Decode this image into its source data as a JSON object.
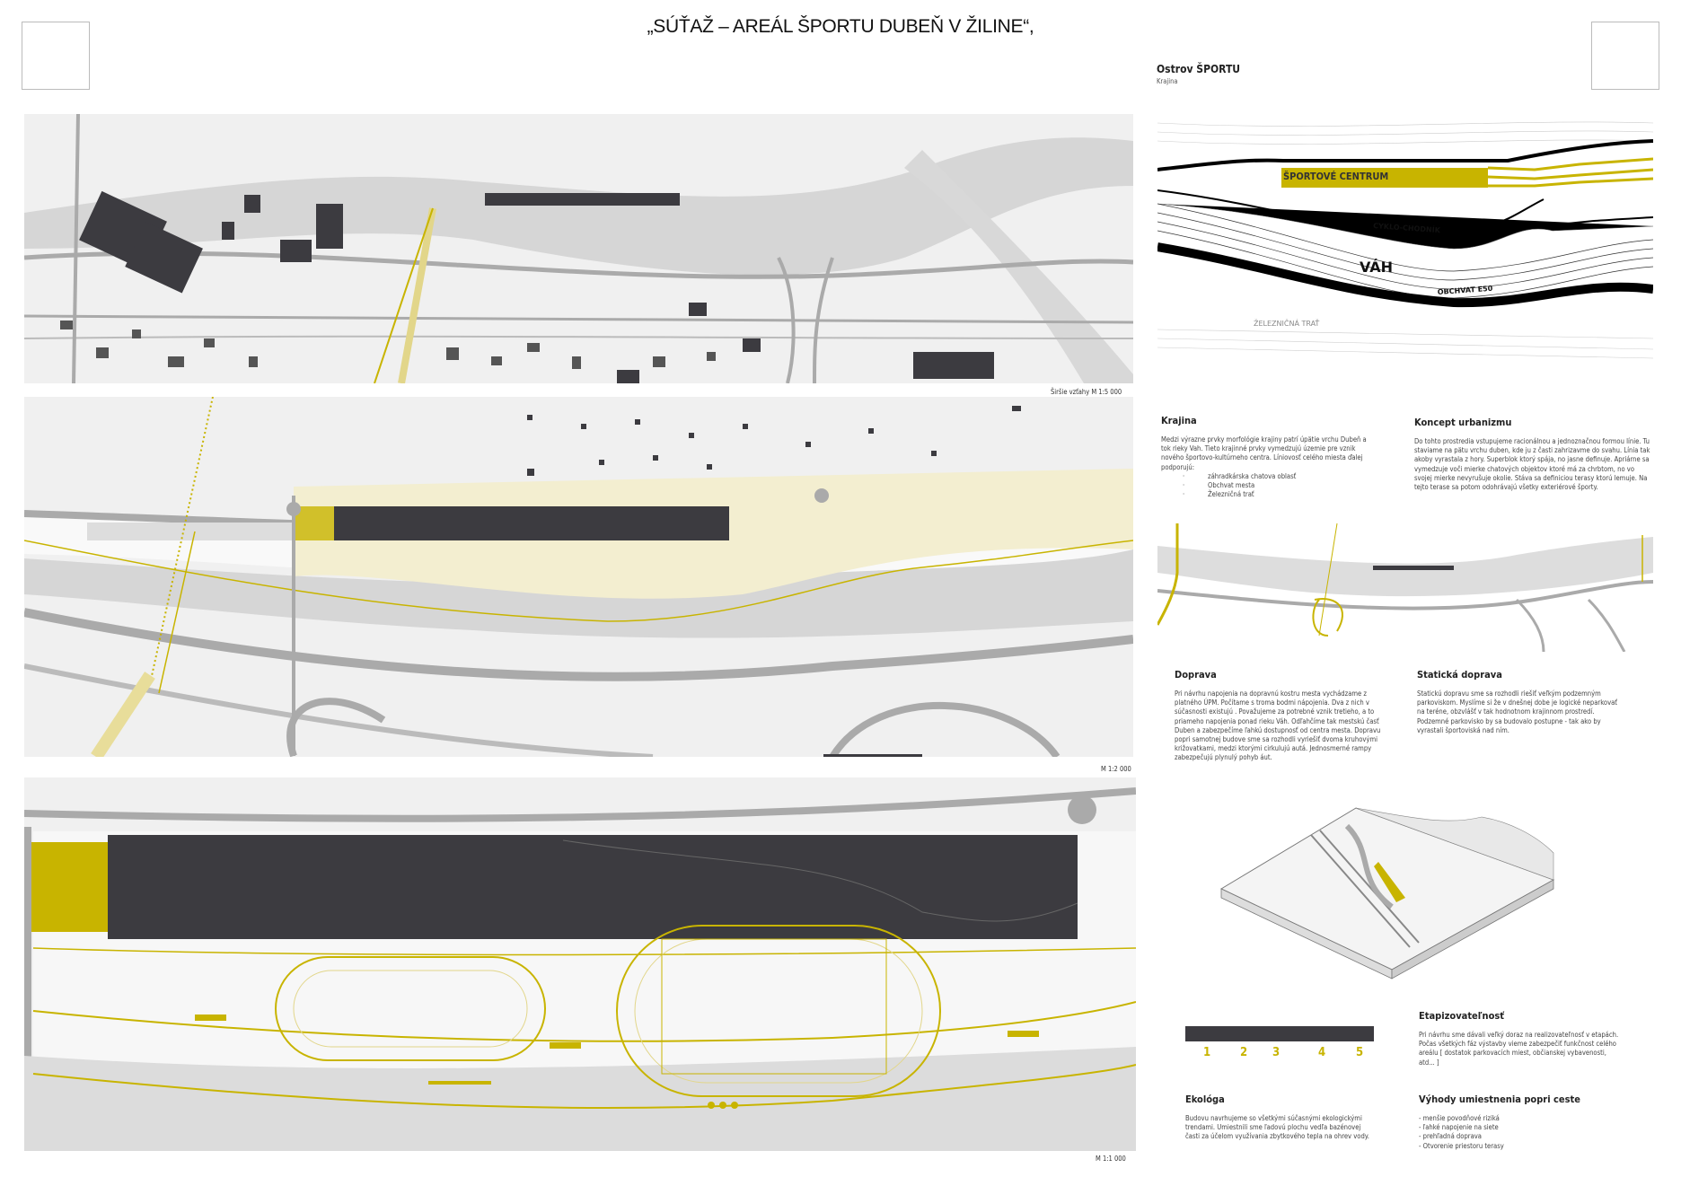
{
  "title": "„SÚŤAŽ – AREÁL ŠPORTU DUBEŇ V ŽILINE“,",
  "project": {
    "name": "Ostrov ŠPORTU",
    "subtitle": "Krajina"
  },
  "maps": {
    "m1_scale": "Širšie vzťahy  M 1:5 000",
    "m2_scale": "M 1:2 000",
    "m3_scale": "M 1:1 000"
  },
  "diagram": {
    "labels": [
      "ŠPORTOVÉ CENTRUM",
      "CYKLO-CHODNÍK",
      "VÁH",
      "OBCHVAT E50",
      "ŽELEZNIČNÁ TRAŤ"
    ]
  },
  "sections": {
    "krajina": {
      "heading": "Krajina",
      "text": "Medzi výrazne prvky morfológie krajiny patrí úpätie vrchu Dubeň a tok rieky Vah. Tieto krajinné prvky vymedzujú územie pre vznik nového športovo-kultúrneho centra. Líniovosť celého miesta ďalej podporujú:",
      "items": [
        "záhradkárska chatova oblasť",
        "Obchvat mesta",
        "Železničná trať"
      ]
    },
    "koncept": {
      "heading": "Koncept  urbanizmu",
      "text": "Do tohto prostredia vstupujeme racionálnou a jednoznačnou formou línie. Tu staviame na pätu vrchu duben, kde ju z časti zahrizavme do svahu. Línia  tak akoby vyrastala z hory.  Superblok ktorý spája, no jasne definuje. Apriárne sa vymedzuje voči mierke chatových objektov ktoré má za chrbtom, no vo svojej mierke nevyrušuje okolie. Stáva sa definiciou terasy ktorú lemuje.  Na tejto terase sa potom odohrávajú všetky exteriérové športy."
    },
    "doprava": {
      "heading": "Doprava",
      "text": "Pri návrhu napojenia na dopravnú kostru mesta vychádzame z platného ÚPM. Počítame s troma bodmi nápojenia. Dva z nich v súčasnosti existujú . Považujeme za potrebné vznik tretieho, a to priameho napojenia ponad rieku Váh. Odľahčíme tak mestskú časť Duben a zabezpečíme ľahkú dostupnosť od centra mesta. Dopravu popri samotnej budove sme sa rozhodli vyriešiť dvoma kruhovými križovatkami, medzi ktorými cirkulujú autá. Jednosmerné rampy zabezpečujú plynulý pohyb áut."
    },
    "staticka": {
      "heading": "Statická doprava",
      "text": "Statickú dopravu sme sa rozhodli riešiť veľkým podzemným parkoviskom. Myslíme si že v dnešnej dobe je logické neparkovať na teréne, obzvlášť v tak hodnotnom krajinnom prostredí. Podzemné parkovisko by sa budovalo postupne - tak ako by vyrastali športoviská nad ním."
    },
    "etapy": {
      "heading": "Etapizovateľnosť",
      "text": "Pri návrhu sme dávali veľký doraz na realizovateľnosť v etapách. Počas všetkých fáz výstavby vieme zabezpečiť funkčnost celého areálu [ dostatok parkovacích miest, občianskej vybavenosti, atd... ]",
      "phases": [
        "1",
        "2",
        "3",
        "4",
        "5"
      ]
    },
    "ekologia": {
      "heading": "Ekológa",
      "text": "Budovu navrhujeme so všetkými súčasnými ekologickými trendami. Umiestnili sme ľadovú plochu vedľa bazénovej časti za účelom využívania zbytkového tepla na ohrev vody."
    },
    "vyhody": {
      "heading": "Výhody umiestnenia popri ceste",
      "items": [
        "- menšie povodňové riziká",
        "- ľahké napojenie na siete",
        "- prehľadná doprava",
        "- Otvorenie priestoru terasy"
      ]
    }
  },
  "colors": {
    "accent": "#c8b400",
    "building": "#3c3b40",
    "river": "#d6d6d6",
    "ground": "#f0f0f0"
  }
}
